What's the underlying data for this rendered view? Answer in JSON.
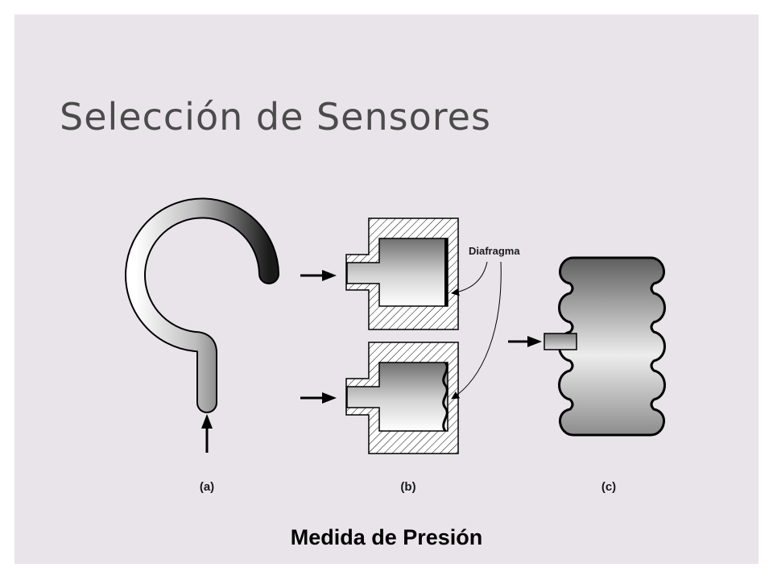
{
  "slide": {
    "title": "Selección de Sensores",
    "caption": "Medida de Presión"
  },
  "figure": {
    "callout": "Diafragma",
    "panel_labels": [
      "(a)",
      "(b)",
      "(c)"
    ],
    "icons": [
      "bourdon-tube",
      "diaphragm-chamber-flat",
      "diaphragm-chamber-corrugated",
      "bellows",
      "pressure-arrow"
    ]
  },
  "colors": {
    "background": "#e9e4ea",
    "title": "#4b4b4b",
    "ink": "#000000"
  }
}
